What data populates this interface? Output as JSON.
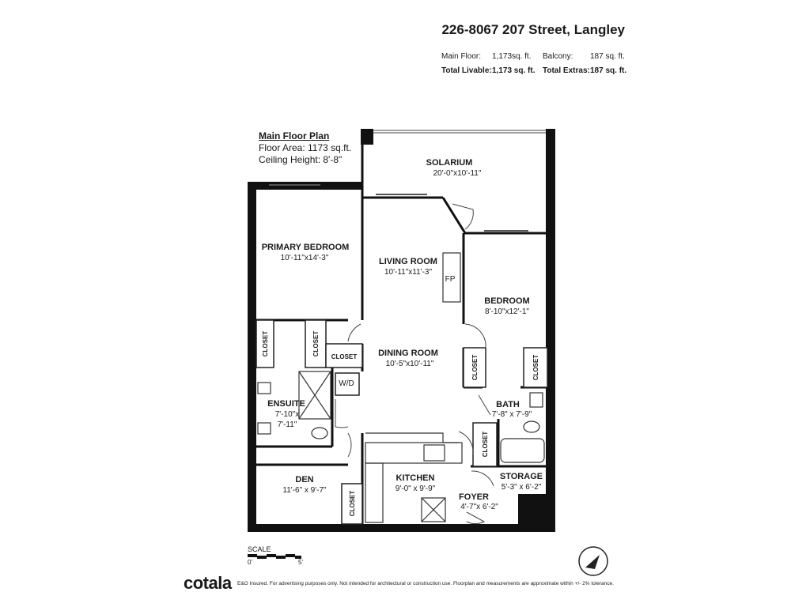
{
  "header": {
    "address": "226-8067 207 Street, Langley",
    "main_floor_label": "Main Floor:",
    "main_floor_value": "1,173sq. ft.",
    "balcony_label": "Balcony:",
    "balcony_value": "187 sq. ft.",
    "total_livable_label": "Total Livable:",
    "total_livable_value": "1,173 sq. ft.",
    "total_extras_label": "Total Extras:",
    "total_extras_value": "187 sq. ft."
  },
  "plan_info": {
    "title": "Main Floor Plan",
    "floor_area": "Floor Area: 1173 sq.ft.",
    "ceiling_height": "Ceiling Height: 8'-8\""
  },
  "rooms": {
    "solarium": {
      "name": "SOLARIUM",
      "dim": "20'-0\"x10'-11\""
    },
    "primary_bedroom": {
      "name": "PRIMARY BEDROOM",
      "dim": "10'-11\"x14'-3\""
    },
    "living_room": {
      "name": "LIVING ROOM",
      "dim": "10'-11\"x11'-3\""
    },
    "bedroom": {
      "name": "BEDROOM",
      "dim": "8'-10\"x12'-1\""
    },
    "dining_room": {
      "name": "DINING ROOM",
      "dim": "10'-5\"x10'-11\""
    },
    "ensuite": {
      "name": "ENSUITE",
      "dim1": "7'-10\"x",
      "dim2": "7'-11\""
    },
    "bath": {
      "name": "BATH",
      "dim": "7'-8\" x 7'-9\""
    },
    "den": {
      "name": "DEN",
      "dim": "11'-6\" x 9'-7\""
    },
    "kitchen": {
      "name": "KITCHEN",
      "dim": "9'-0\" x 9'-9\""
    },
    "storage": {
      "name": "STORAGE",
      "dim": "5'-3\" x 6'-2\""
    },
    "foyer": {
      "name": "FOYER",
      "dim": "4'-7\"x 6'-2\""
    }
  },
  "labels": {
    "closet": "CLOSET",
    "fireplace": "FP",
    "washer_dryer": "W/D"
  },
  "scale": {
    "label": "SCALE",
    "zero": "0'",
    "five": "5'"
  },
  "footer": {
    "brand": "cotala",
    "disclaimer": "E&O Insured. For advertising purposes only. Not intended for architectural or construction use. Floorplan and measurements are approximate within +/- 2% tolerance."
  }
}
